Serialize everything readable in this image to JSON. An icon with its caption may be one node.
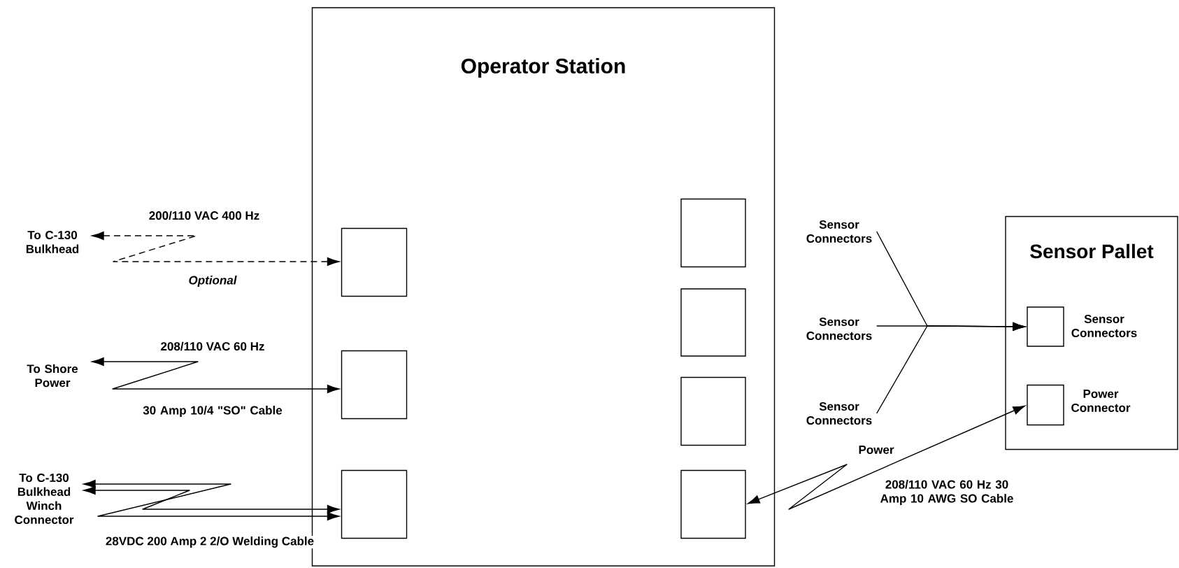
{
  "diagram": {
    "nodes": [
      {
        "text": [
          "Operator Station"
        ]
      },
      {
        "text": [],
        "shape": "box",
        "in": 0
      },
      {
        "text": [],
        "shape": "box",
        "in": 0
      },
      {
        "text": [],
        "shape": "box",
        "in": 0
      },
      {
        "text": [],
        "shape": "box",
        "in": 0
      },
      {
        "text": [],
        "shape": "box",
        "in": 0
      },
      {
        "text": [],
        "shape": "box",
        "in": 0
      },
      {
        "text": [],
        "shape": "box",
        "in": 0
      },
      {
        "text": [
          "Sensor Pallet"
        ]
      },
      {
        "text": [],
        "shape": "box",
        "in": 8,
        "beside": [
          "Sensor Connectors"
        ]
      },
      {
        "text": [],
        "shape": "box",
        "in": 8,
        "beside": [
          "Power Connector"
        ]
      },
      {
        "text": [
          "To C-130 Bulkhead"
        ]
      },
      {
        "text": [
          "To Shore Power"
        ]
      },
      {
        "text": [
          "To C-130 Bulkhead Winch Connector"
        ]
      },
      {
        "text": [
          "Sensor Connectors"
        ]
      },
      {
        "text": [
          "Sensor Connectors"
        ]
      },
      {
        "text": [
          "Sensor Connectors"
        ]
      }
    ],
    "edges": [
      {
        "from": 11,
        "to": 1,
        "arrow": "both",
        "style": "dashed",
        "label": "200/110 VAC 400 Hz"
      },
      {
        "from": 12,
        "to": 2,
        "arrow": "both",
        "label": "208/110 VAC 60 Hz"
      },
      {
        "from": 13,
        "to": 3,
        "arrow": "both",
        "label": "28VDC 200 Amp 2 2/O Welding Cable"
      },
      {
        "from": 13,
        "to": 3,
        "arrow": "both"
      },
      {
        "from": 14,
        "to": 9,
        "arrow": "to"
      },
      {
        "from": 15,
        "to": 9,
        "arrow": "to"
      },
      {
        "from": 16,
        "to": 9,
        "arrow": "to"
      },
      {
        "from": 10,
        "to": 7,
        "arrow": "both",
        "label": "208/110 VAC 60 Hz 30 Amp 10 AWG SO Cable"
      }
    ],
    "labels": [
      "Optional",
      "30 Amp 10/4 \"SO\" Cable",
      "Power"
    ]
  }
}
